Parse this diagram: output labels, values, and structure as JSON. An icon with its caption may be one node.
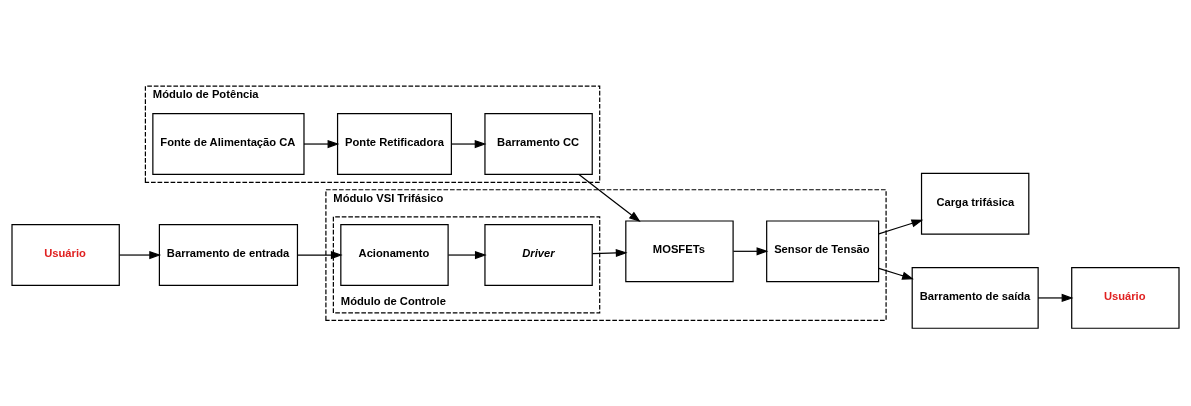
{
  "diagram": {
    "nodes": [
      {
        "text": [
          "Módulo de Potência"
        ]
      },
      {
        "text": [
          "Fonte de Alimentação CA"
        ],
        "in": 0
      },
      {
        "text": [
          "Ponte Retificadora"
        ],
        "in": 0
      },
      {
        "text": [
          "Barramento CC"
        ],
        "in": 0
      },
      {
        "text": [
          "Módulo VSI Trifásico"
        ]
      },
      {
        "text": [
          "MOSFETs"
        ],
        "in": 4
      },
      {
        "text": [
          "Sensor de Tensão"
        ],
        "in": 4
      },
      {
        "text": [
          "Carga trifásica"
        ]
      },
      {
        "text": [
          "Módulo de Controle"
        ],
        "in": 4
      },
      {
        "text": [
          "Driver"
        ],
        "in": 8
      },
      {
        "text": [
          "Acionamento"
        ],
        "in": 8
      },
      {
        "text": [
          "Usuário"
        ]
      },
      {
        "text": [
          "Barramento de entrada"
        ]
      },
      {
        "text": [
          "Barramento de saída"
        ]
      },
      {
        "text": [
          "Usuário"
        ]
      }
    ],
    "edges": [
      {
        "from": 1,
        "to": 2,
        "arrow": "to"
      },
      {
        "from": 2,
        "to": 3,
        "arrow": "to"
      },
      {
        "from": 3,
        "to": 5,
        "arrow": "to"
      },
      {
        "from": 5,
        "to": 6,
        "arrow": "to"
      },
      {
        "from": 6,
        "to": 7,
        "arrow": "to"
      },
      {
        "from": 6,
        "to": 13,
        "arrow": "to"
      },
      {
        "from": 13,
        "to": 14,
        "arrow": "to"
      },
      {
        "from": 11,
        "to": 12,
        "arrow": "to"
      },
      {
        "from": 12,
        "to": 10,
        "arrow": "to"
      },
      {
        "from": 10,
        "to": 9,
        "arrow": "to"
      },
      {
        "from": 9,
        "to": 5,
        "arrow": "to"
      }
    ]
  }
}
